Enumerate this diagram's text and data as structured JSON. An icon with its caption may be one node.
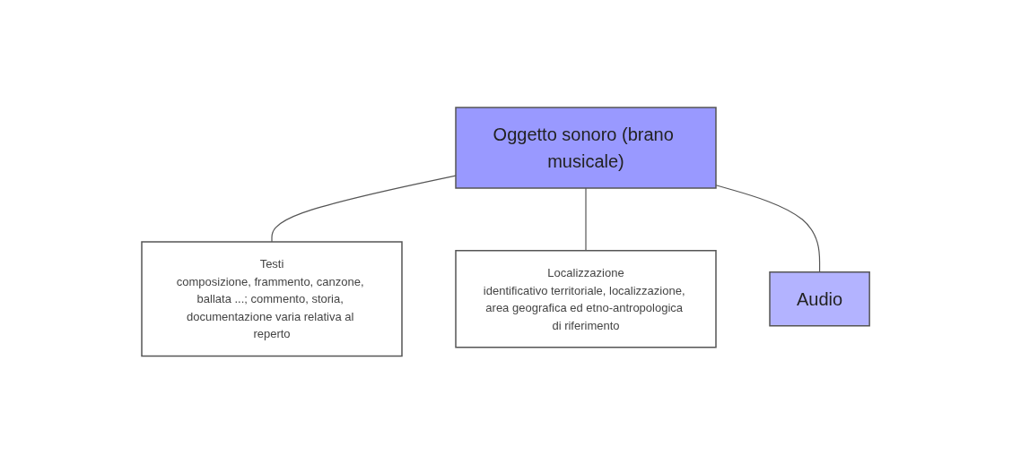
{
  "diagram": {
    "nodes": [
      {
        "text": [
          "Oggetto sonoro (brano musicale)"
        ]
      },
      {
        "text": [
          "Testi",
          "composizione, frammento, canzone, ballata ...; commento, storia, documentazione varia relativa al reperto"
        ]
      },
      {
        "text": [
          "Localizzazione",
          "identificativo territoriale, localizzazione, area geografica ed etno-antropologica di riferimento"
        ]
      },
      {
        "text": [
          "Audio"
        ]
      }
    ],
    "edges": [
      {
        "from": 0,
        "to": 1,
        "arrow": "none"
      },
      {
        "from": 0,
        "to": 2,
        "arrow": "none"
      },
      {
        "from": 0,
        "to": 3,
        "arrow": "none"
      }
    ]
  }
}
